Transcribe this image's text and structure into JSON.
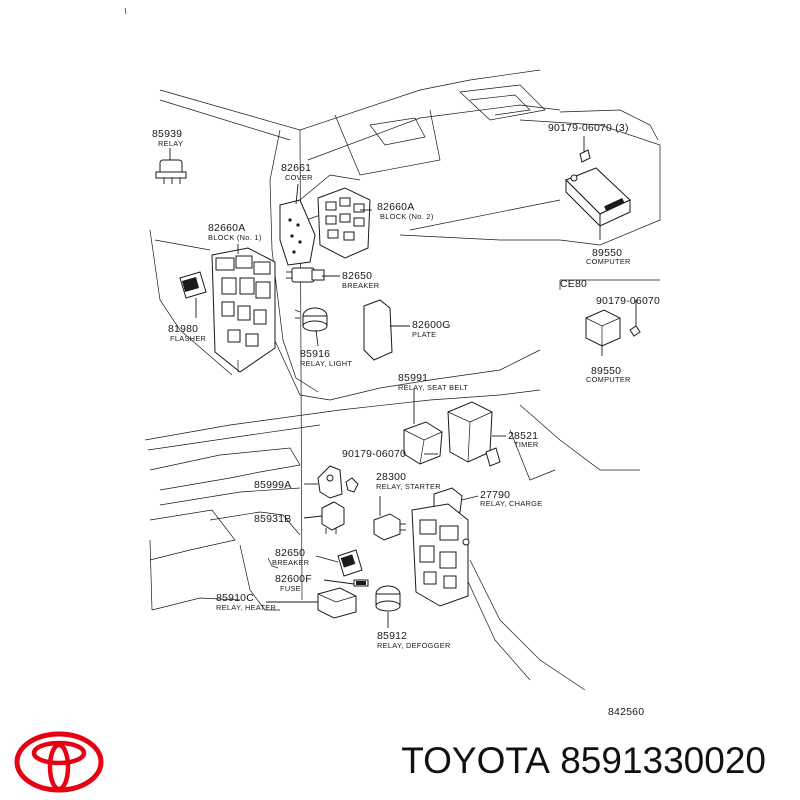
{
  "colors": {
    "ink": "#1a1a1a",
    "logo_red": "#e60012",
    "background": "#ffffff"
  },
  "diagram": {
    "drawing_code": "842560",
    "section_label": "CE80",
    "callouts": [
      {
        "part_no": "85939",
        "name": "RELAY"
      },
      {
        "part_no": "82661",
        "name": "COVER"
      },
      {
        "part_no": "82660A",
        "name": "BLOCK (No. 1)"
      },
      {
        "part_no": "82660A",
        "name": "BLOCK (No. 2)"
      },
      {
        "part_no": "90179-06070 (3)",
        "name": ""
      },
      {
        "part_no": "89550",
        "name": "COMPUTER"
      },
      {
        "part_no": "82650",
        "name": "BREAKER"
      },
      {
        "part_no": "82600G",
        "name": "PLATE"
      },
      {
        "part_no": "81980",
        "name": "FLASHER"
      },
      {
        "part_no": "85916",
        "name": "RELAY, LIGHT"
      },
      {
        "part_no": "90179-06070",
        "name": ""
      },
      {
        "part_no": "89550",
        "name": "COMPUTER"
      },
      {
        "part_no": "85991",
        "name": "RELAY, SEAT BELT"
      },
      {
        "part_no": "28521",
        "name": "TIMER"
      },
      {
        "part_no": "90179-06070",
        "name": ""
      },
      {
        "part_no": "28300",
        "name": "RELAY, STARTER"
      },
      {
        "part_no": "85999A",
        "name": ""
      },
      {
        "part_no": "27790",
        "name": "RELAY, CHARGE"
      },
      {
        "part_no": "85931B",
        "name": ""
      },
      {
        "part_no": "82650",
        "name": "BREAKER"
      },
      {
        "part_no": "82600F",
        "name": "FUSE"
      },
      {
        "part_no": "85910C",
        "name": "RELAY, HEATER"
      },
      {
        "part_no": "85912",
        "name": "RELAY, DEFOGGER"
      }
    ]
  },
  "footer": {
    "brand": "TOYOTA",
    "part_number": "8591330020"
  }
}
